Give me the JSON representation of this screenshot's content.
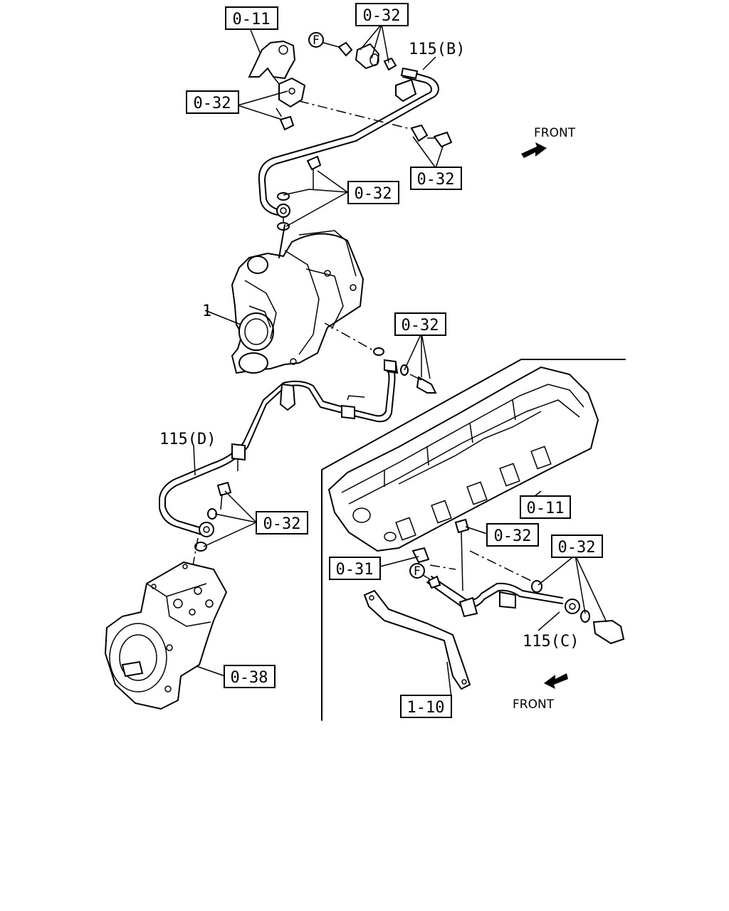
{
  "callouts": {
    "ref_011_top": "0-11",
    "ref_032_top": "0-32",
    "ref_032_bracket": "0-32",
    "ref_032_clamp": "0-32",
    "ref_032_banjo": "0-32",
    "ref_032_turbo": "0-32",
    "ref_032_compressor": "0-32",
    "ref_032_head": "0-32",
    "ref_032_right": "0-32",
    "ref_011_head": "0-11",
    "ref_031": "0-31",
    "ref_038": "0-38",
    "ref_110": "1-10"
  },
  "labels": {
    "pipe_b": "115(B)",
    "pipe_d": "115(D)",
    "pipe_c": "115(C)",
    "turbo": "1",
    "front_top": "FRONT",
    "front_bottom": "FRONT",
    "f_mark_top": "F",
    "f_mark_bottom": "F"
  }
}
